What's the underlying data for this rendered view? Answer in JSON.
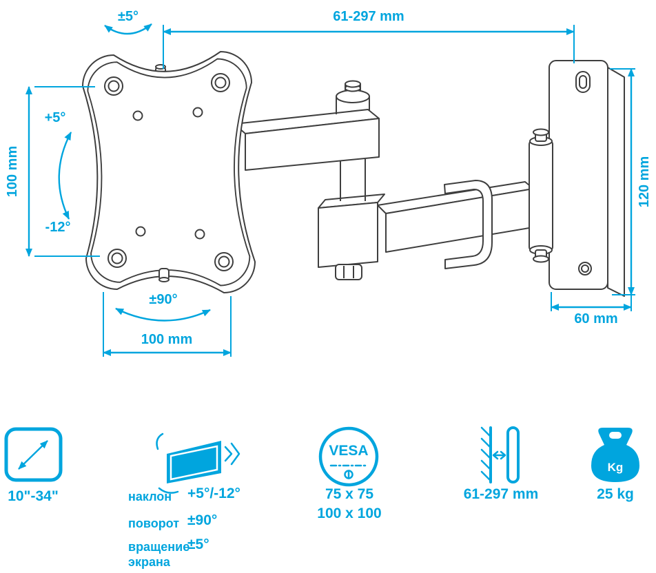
{
  "colors": {
    "accent": "#00A5DE",
    "line_art": "#3e3e3e",
    "background": "#ffffff"
  },
  "drawing": {
    "rotation_top": "±5°",
    "extension_range": "61-297 mm",
    "tilt_up": "+5°",
    "plate_height": "100 mm",
    "tilt_down": "-12°",
    "swivel_range": "±90°",
    "plate_width": "100 mm",
    "wall_plate_height": "120 mm",
    "wall_plate_depth": "60 mm"
  },
  "specs": {
    "screen_size": "10\"-34\"",
    "tilt": {
      "label": "наклон",
      "value": "+5°/-12°"
    },
    "swivel": {
      "label": "поворот",
      "value": "±90°"
    },
    "screen_rotation": {
      "label_line1": "вращение",
      "label_line2": "экрана",
      "value": "±5°"
    },
    "vesa": {
      "title": "VESA",
      "size1": "75 x 75",
      "size2": "100 x 100"
    },
    "wall_distance": "61-297 mm",
    "weight": {
      "unit": "Kg",
      "value": "25 kg"
    }
  }
}
